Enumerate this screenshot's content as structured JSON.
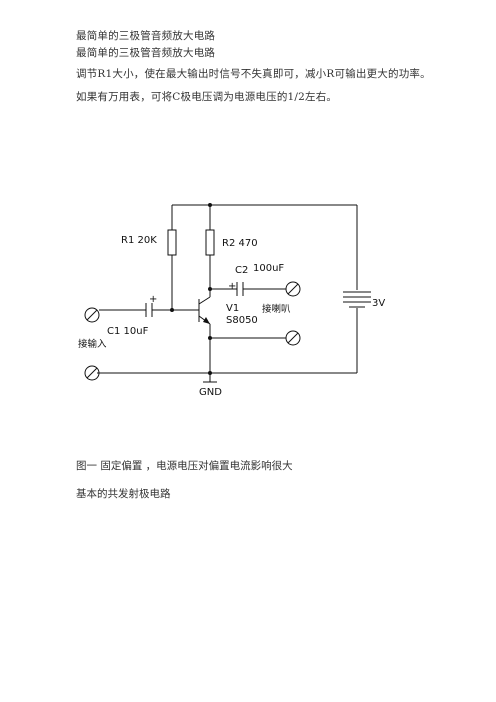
{
  "text": {
    "line1": "最简单的三极管音频放大电路",
    "line2": "最简单的三极管音频放大电路",
    "line3": "调节R1大小，使在最大输出时信号不失真即可，减小R可输出更大的功率。",
    "line4": "如果有万用表，可将C极电压调为电源电压的1/2左右。",
    "caption": "图一 固定偏置 ，电源电压对偏置电流影响很大",
    "subheading": "基本的共发射极电路"
  },
  "diagram": {
    "r1_label": "R1  20K",
    "r2_label": "R2  470",
    "c2_label": "C2",
    "c2_value": "100uF",
    "c1_label": "C1 10uF",
    "plus_sign": "+",
    "transistor_name": "V1",
    "transistor_model": "S8050",
    "speaker_label": "接喇叭",
    "input_label": "接输入",
    "battery_label": "3V",
    "ground_label": "GND"
  }
}
